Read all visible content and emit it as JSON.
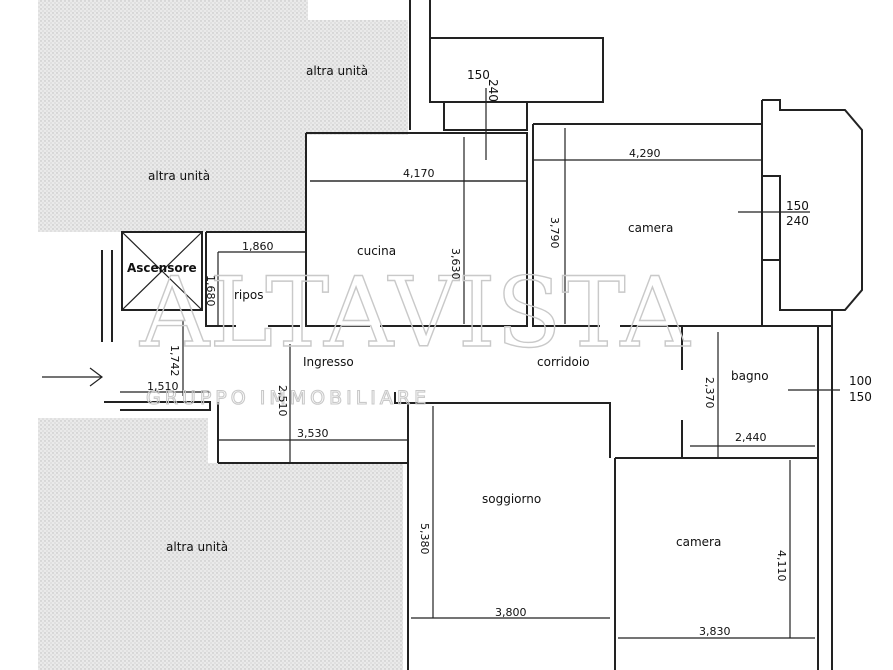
{
  "rooms": {
    "altra_unita_top_right": "altra unità",
    "altra_unita_left": "altra unità",
    "altra_unita_bottom": "altra unità",
    "ascensore": "Ascensore",
    "ripos": "ripos",
    "cucina": "cucina",
    "camera_top": "camera",
    "ingresso": "Ingresso",
    "corridoio": "corridoio",
    "bagno": "bagno",
    "soggiorno": "soggiorno",
    "camera_bottom": "camera"
  },
  "dimensions": {
    "d_150_240_top": [
      "150",
      "240"
    ],
    "d_150_240_right": [
      "150",
      "240"
    ],
    "d_100_150": [
      "100",
      "150"
    ],
    "cucina_width": "4,170",
    "cucina_height": "3,630",
    "camera_top_width": "4,290",
    "camera_top_height": "3,790",
    "ripos_width": "1,860",
    "ripos_height": "1,680",
    "entry_width": "1,510",
    "entry_height": "1,742",
    "ingresso_height": "2,510",
    "ingresso_width": "3,530",
    "bagno_height": "2,370",
    "bagno_width": "2,440",
    "soggiorno_height": "5,380",
    "soggiorno_width": "3,800",
    "camera_bottom_height": "4,110",
    "camera_bottom_width": "3,830"
  },
  "watermark": {
    "main": "ALTAVISTA",
    "sub": "GRUPPO IMMOBILIARE"
  }
}
